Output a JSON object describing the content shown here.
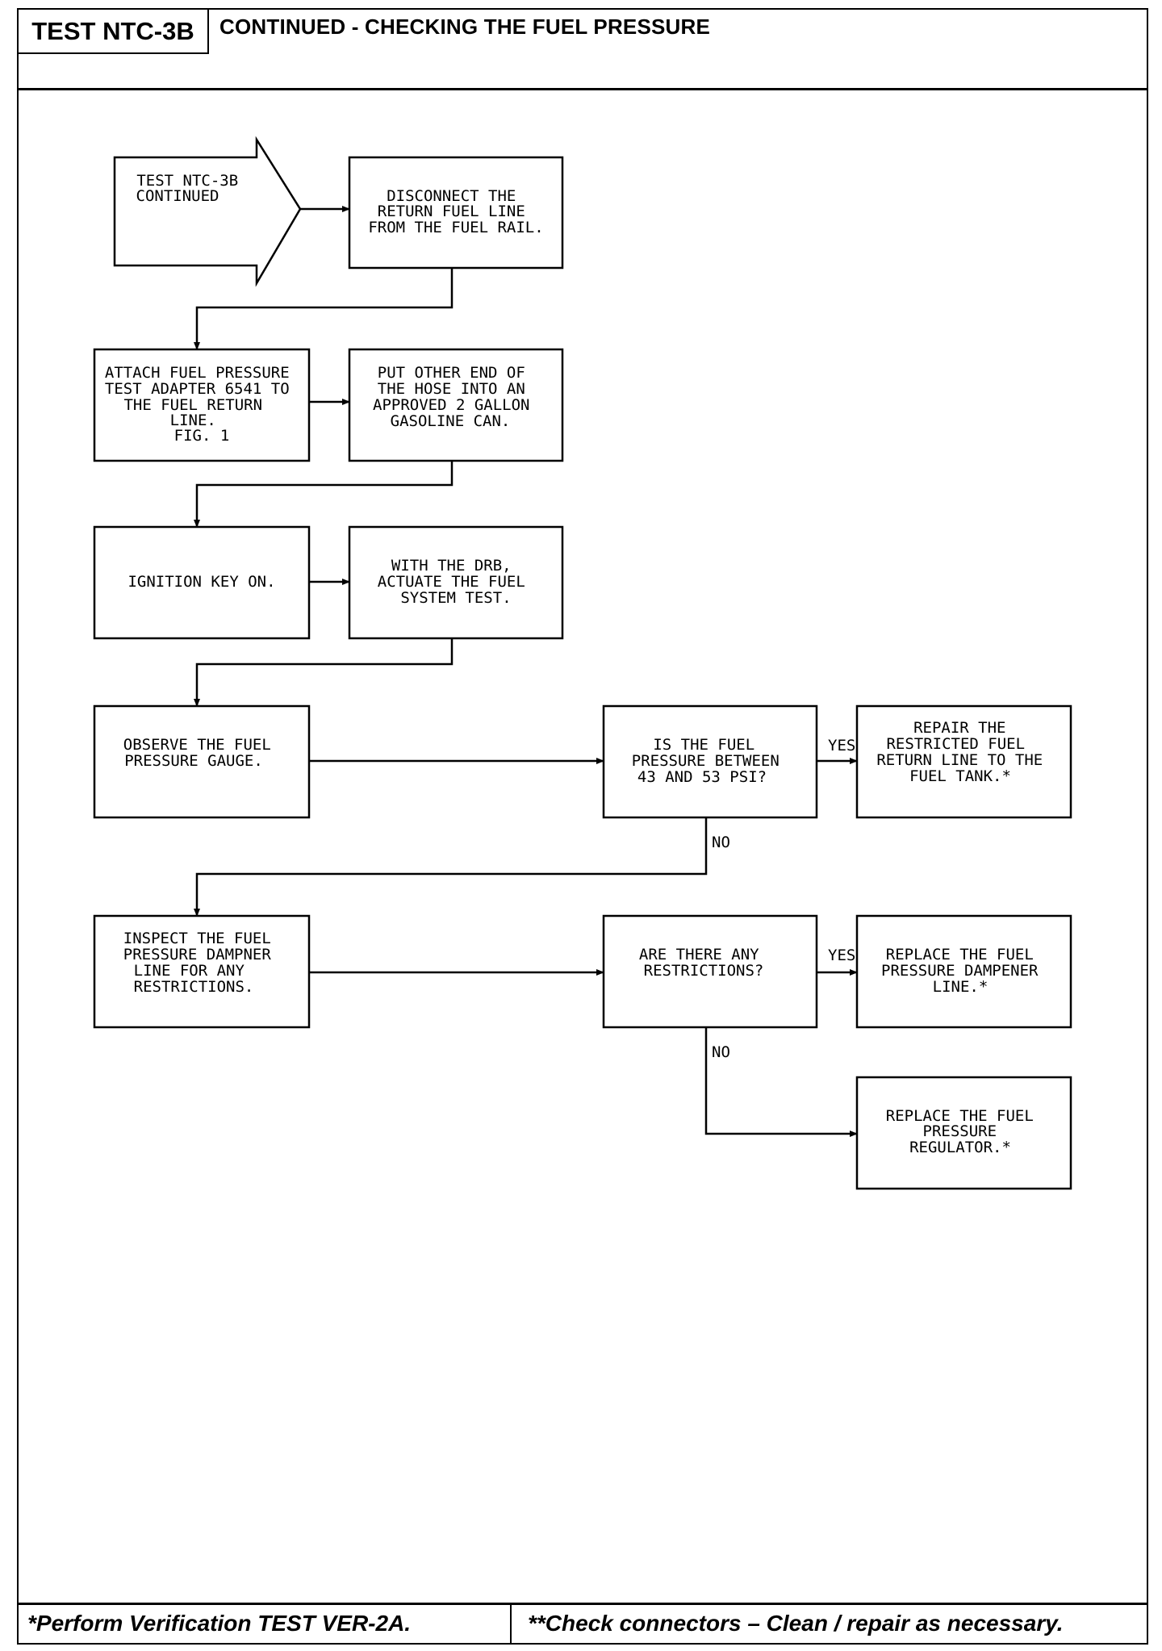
{
  "header": {
    "test_id": "TEST NTC-3B",
    "title": "CONTINUED - CHECKING THE FUEL PRESSURE"
  },
  "footer": {
    "note_left": "*Perform Verification TEST VER-2A.",
    "note_right": "**Check connectors – Clean / repair as necessary."
  },
  "flowchart": {
    "start": {
      "lines": [
        "TEST NTC-3B",
        "CONTINUED"
      ]
    },
    "steps": [
      {
        "id": "disconnect",
        "lines": [
          "DISCONNECT THE",
          "RETURN FUEL LINE",
          "FROM THE FUEL RAIL."
        ]
      },
      {
        "id": "attach",
        "lines": [
          "ATTACH FUEL PRESSURE",
          "TEST ADAPTER 6541 TO",
          "THE FUEL RETURN",
          "LINE.",
          "FIG. 1"
        ]
      },
      {
        "id": "hose",
        "lines": [
          "PUT OTHER END OF",
          "THE HOSE INTO AN",
          "APPROVED 2 GALLON",
          "GASOLINE CAN."
        ]
      },
      {
        "id": "ignition",
        "lines": [
          "IGNITION KEY ON."
        ]
      },
      {
        "id": "drb",
        "lines": [
          "WITH THE DRB,",
          "ACTUATE THE FUEL",
          "SYSTEM TEST."
        ]
      },
      {
        "id": "observe",
        "lines": [
          "OBSERVE THE FUEL",
          "PRESSURE GAUGE."
        ]
      },
      {
        "id": "q-pressure",
        "lines": [
          "IS THE FUEL",
          "PRESSURE BETWEEN",
          "43 AND 53 PSI?"
        ]
      },
      {
        "id": "repair-return",
        "lines": [
          "REPAIR THE",
          "RESTRICTED FUEL",
          "RETURN LINE TO THE",
          "FUEL TANK.*"
        ]
      },
      {
        "id": "inspect",
        "lines": [
          "INSPECT THE FUEL",
          "PRESSURE DAMPNER",
          "LINE FOR ANY",
          "RESTRICTIONS."
        ]
      },
      {
        "id": "q-restrictions",
        "lines": [
          "ARE THERE ANY",
          "RESTRICTIONS?"
        ]
      },
      {
        "id": "replace-dampener",
        "lines": [
          "REPLACE THE FUEL",
          "PRESSURE DAMPENER",
          "LINE.*"
        ]
      },
      {
        "id": "replace-regulator",
        "lines": [
          "REPLACE THE FUEL",
          "PRESSURE",
          "REGULATOR.*"
        ]
      }
    ],
    "labels": {
      "yes": "YES",
      "no": "NO"
    }
  }
}
